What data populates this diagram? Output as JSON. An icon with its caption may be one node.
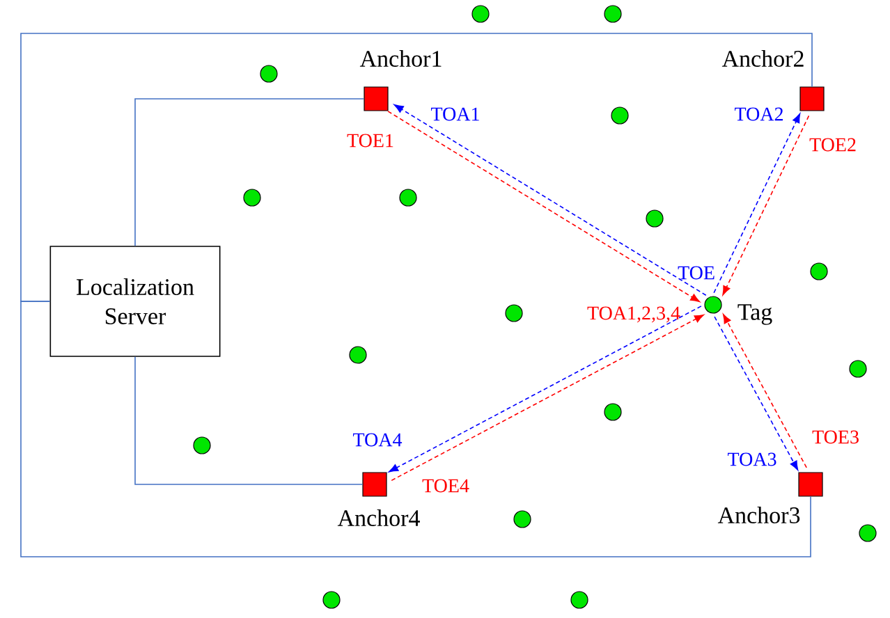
{
  "diagram": {
    "nodes": [
      {
        "text": [
          "Localization Server"
        ]
      },
      {
        "text": [
          "Anchor1"
        ]
      },
      {
        "text": [
          "Anchor2"
        ]
      },
      {
        "text": [
          "Anchor3"
        ]
      },
      {
        "text": [
          "Anchor4"
        ]
      },
      {
        "text": [
          "Tag"
        ]
      },
      {
        "text": [],
        "shape": "circle"
      },
      {
        "text": [],
        "shape": "circle"
      },
      {
        "text": [],
        "shape": "circle"
      },
      {
        "text": [],
        "shape": "circle"
      },
      {
        "text": [],
        "shape": "circle"
      },
      {
        "text": [],
        "shape": "circle"
      },
      {
        "text": [],
        "shape": "circle"
      },
      {
        "text": [],
        "shape": "circle"
      },
      {
        "text": [],
        "shape": "circle"
      },
      {
        "text": [],
        "shape": "circle"
      },
      {
        "text": [],
        "shape": "circle"
      },
      {
        "text": [],
        "shape": "circle"
      },
      {
        "text": [],
        "shape": "circle"
      },
      {
        "text": [],
        "shape": "circle"
      },
      {
        "text": [],
        "shape": "circle"
      },
      {
        "text": [],
        "shape": "circle"
      },
      {
        "text": [],
        "shape": "circle"
      }
    ],
    "edges": [
      {
        "from": 0,
        "to": 1,
        "arrow": "none",
        "color": "#4472c4"
      },
      {
        "from": 0,
        "to": 2,
        "arrow": "none",
        "color": "#4472c4"
      },
      {
        "from": 0,
        "to": 3,
        "arrow": "none",
        "color": "#4472c4"
      },
      {
        "from": 0,
        "to": 4,
        "arrow": "none",
        "color": "#4472c4"
      },
      {
        "from": 5,
        "to": 1,
        "arrow": "to",
        "style": "dashed",
        "color": "#0000ff",
        "label": "TOA1"
      },
      {
        "from": 1,
        "to": 5,
        "arrow": "to",
        "style": "dashed",
        "color": "#ff0000",
        "label": "TOE1"
      },
      {
        "from": 5,
        "to": 2,
        "arrow": "to",
        "style": "dashed",
        "color": "#0000ff",
        "label": "TOA2"
      },
      {
        "from": 2,
        "to": 5,
        "arrow": "to",
        "style": "dashed",
        "color": "#ff0000",
        "label": "TOE2"
      },
      {
        "from": 5,
        "to": 3,
        "arrow": "to",
        "style": "dashed",
        "color": "#0000ff",
        "label": "TOA3"
      },
      {
        "from": 3,
        "to": 5,
        "arrow": "to",
        "style": "dashed",
        "color": "#ff0000",
        "label": "TOE3"
      },
      {
        "from": 5,
        "to": 4,
        "arrow": "to",
        "style": "dashed",
        "color": "#0000ff",
        "label": "TOA4"
      },
      {
        "from": 4,
        "to": 5,
        "arrow": "to",
        "style": "dashed",
        "color": "#ff0000",
        "label": "TOE4"
      }
    ],
    "labels": [
      "TOE",
      "TOA1,2,3,4"
    ]
  }
}
